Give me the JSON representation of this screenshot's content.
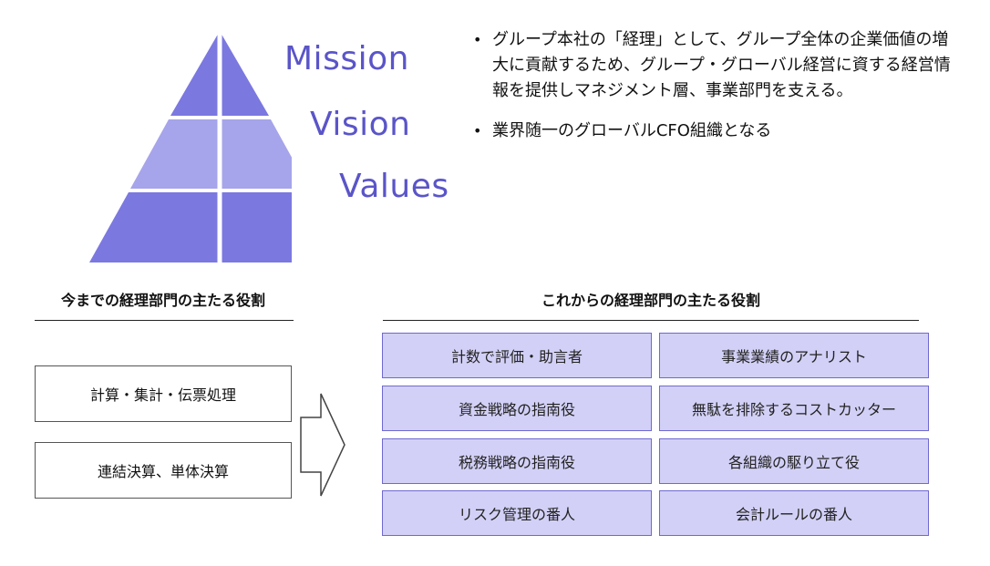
{
  "pyramid": {
    "labels": {
      "mission": "Mission",
      "vision": "Vision",
      "values": "Values"
    },
    "colors": {
      "top": "#7b78e0",
      "middle": "#a6a4ea",
      "bottom": "#7b78e0",
      "divider": "#ffffff",
      "label": "#5a55c8"
    }
  },
  "bullets": [
    "グループ本社の「経理」として、グループ全体の企業価値の増大に貢献するため、グループ・グローバル経営に資する経営情報を提供しマネジメント層、事業部門を支える。",
    "業界随一のグローバルCFO組織となる"
  ],
  "left_section": {
    "heading": "今までの経理部門の主たる役割",
    "items": [
      "計算・集計・伝票処理",
      "連結決算、単体決算"
    ]
  },
  "right_section": {
    "heading": "これからの経理部門の主たる役割",
    "roles": [
      "計数で評価・助言者",
      "事業業績のアナリスト",
      "資金戦略の指南役",
      "無駄を排除するコストカッター",
      "税務戦略の指南役",
      "各組織の駆り立て役",
      "リスク管理の番人",
      "会計ルールの番人"
    ],
    "colors": {
      "fill": "#d2d0f6",
      "border": "#6e69d1"
    }
  },
  "arrow_icon": "right-block-arrow-icon"
}
